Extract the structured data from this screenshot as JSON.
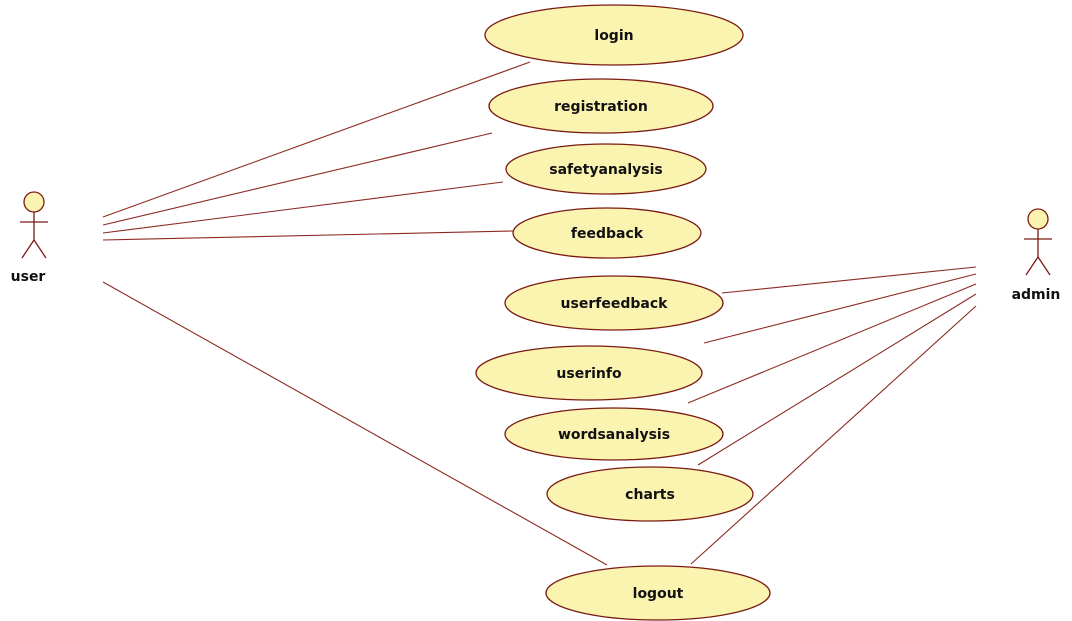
{
  "actors": {
    "user": "user",
    "admin": "admin"
  },
  "use_cases": {
    "login": "login",
    "registration": "registration",
    "safetyanalysis": "safetyanalysis",
    "feedback": "feedback",
    "userfeedback": "userfeedback",
    "userinfo": "userinfo",
    "wordsanalysis": "wordsanalysis",
    "charts": "charts",
    "logout": "logout"
  }
}
